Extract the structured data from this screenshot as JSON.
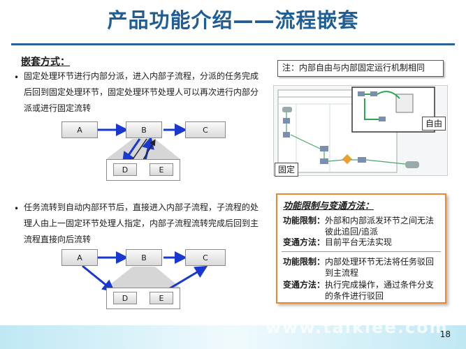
{
  "title": "产品功能介绍——流程嵌套",
  "section_heading": "嵌套方式：",
  "bullet_symbol": "•",
  "para1": "固定处理环节进行内部分派，进入内部子流程，分派的任务完成后回到固定处理环节，固定处理环节处理人可以再次进行内部分派或进行固定流转",
  "para2": "任务流转到自动内部环节后，直接进入内部子流程，子流程的处理人由上一固定环节处理人指定，内部子流程流转完成后回到主流程直接向后流转",
  "diagram1": {
    "a": "A",
    "b": "B",
    "c": "C",
    "d": "D",
    "e": "E"
  },
  "diagram2": {
    "a": "A",
    "b": "B",
    "c": "C",
    "d": "D",
    "e": "E"
  },
  "note": "注：内部自由与内部固定运行机制相同",
  "tag_free": "自由",
  "tag_fixed": "固定",
  "limits": {
    "heading": "功能限制与变通方法：",
    "r1_k": "功能限制：",
    "r1_v": "外部和内部派发环节之间无法彼此追回/追派",
    "r2_k": "变通方法：",
    "r2_v": "目前平台无法实现",
    "r3_k": "功能限制：",
    "r3_v": "内部处理环节无法将任务驳回到主流程",
    "r4_k": "变通方法：",
    "r4_v": "执行完成操作，通过条件分支的条件进行驳回"
  },
  "page_number": "18",
  "watermark": "www.talkiee.com",
  "colors": {
    "title": "#1f5d93",
    "accent_line": "#27639b",
    "arrow_blue": "#1838d0",
    "arrow_green": "#2aa84a",
    "limit_border": "#e8892c"
  }
}
